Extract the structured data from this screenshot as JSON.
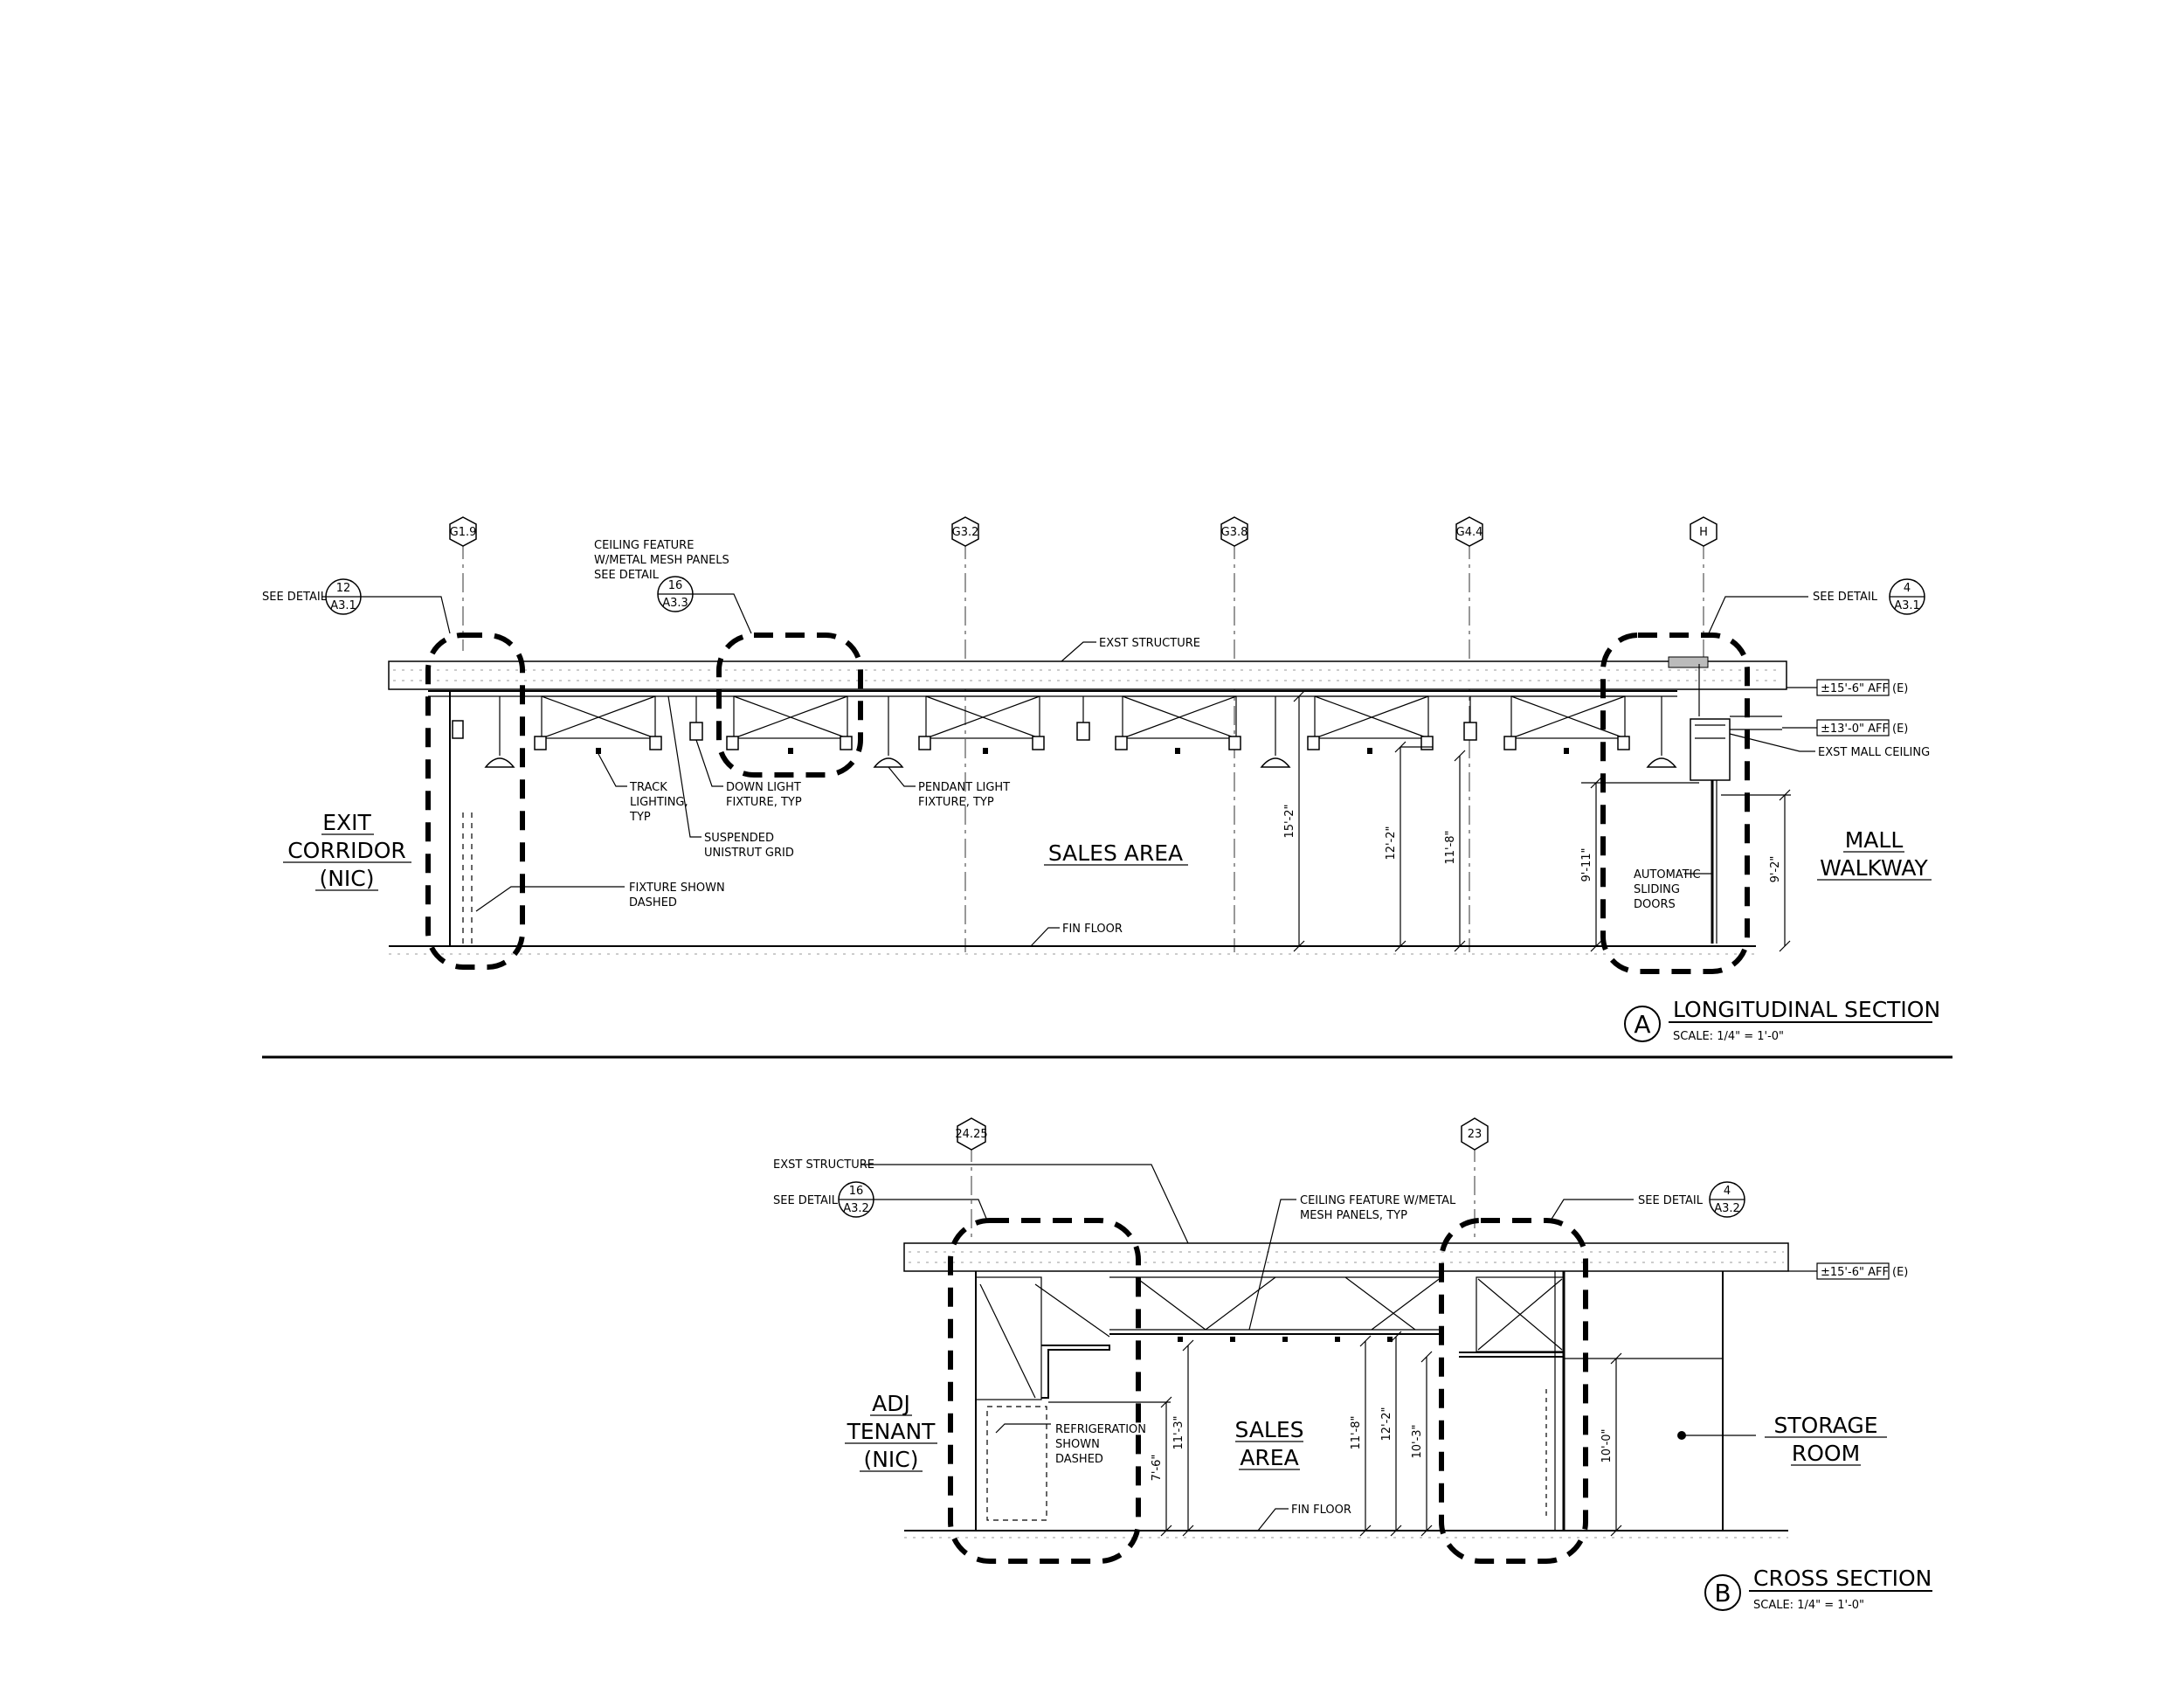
{
  "section_a": {
    "gridlines": [
      "G1.9",
      "G3.2",
      "G3.8",
      "G4.4",
      "H"
    ],
    "see_detail_left": {
      "text": "SEE DETAIL",
      "num": "12",
      "sheet": "A3.1"
    },
    "see_detail_right": {
      "text": "SEE DETAIL",
      "num": "4",
      "sheet": "A3.1"
    },
    "ceiling_feature": {
      "line1": "CEILING FEATURE",
      "line2": "W/METAL MESH PANELS",
      "line3": "SEE DETAIL",
      "num": "16",
      "sheet": "A3.3"
    },
    "exst_structure": "EXST STRUCTURE",
    "elev_1": "±15'-6\" AFF",
    "elev_2": "±13'-0\" AFF",
    "elev_tag": "(E)",
    "exst_mall_ceiling": "EXST MALL CEILING",
    "track_lighting": {
      "line1": "TRACK",
      "line2": "LIGHTING,",
      "line3": "TYP"
    },
    "down_light": {
      "line1": "DOWN LIGHT",
      "line2": "FIXTURE, TYP"
    },
    "pendant_light": {
      "line1": "PENDANT LIGHT",
      "line2": "FIXTURE, TYP"
    },
    "suspended_grid": {
      "line1": "SUSPENDED",
      "line2": "UNISTRUT GRID"
    },
    "fixture_dashed": {
      "line1": "FIXTURE SHOWN",
      "line2": "DASHED"
    },
    "exit_corridor": {
      "line1": "EXIT",
      "line2": "CORRIDOR",
      "line3": "(NIC)"
    },
    "sales_area": "SALES AREA",
    "mall_walkway": {
      "line1": "MALL",
      "line2": "WALKWAY"
    },
    "auto_doors": {
      "line1": "AUTOMATIC",
      "line2": "SLIDING",
      "line3": "DOORS"
    },
    "fin_floor": "FIN FLOOR",
    "dims": [
      "15'-2\"",
      "12'-2\"",
      "11'-8\"",
      "9'-11\"",
      "9'-2\""
    ],
    "title_letter": "A",
    "title": "LONGITUDINAL SECTION",
    "scale": "SCALE:  1/4\" = 1'-0\""
  },
  "section_b": {
    "gridlines": [
      "24.25",
      "23"
    ],
    "exst_structure": "EXST STRUCTURE",
    "see_detail_left": {
      "text": "SEE DETAIL",
      "num": "16",
      "sheet": "A3.2"
    },
    "see_detail_right": {
      "text": "SEE DETAIL",
      "num": "4",
      "sheet": "A3.2"
    },
    "ceiling_feature": {
      "line1": "CEILING FEATURE W/METAL",
      "line2": "MESH PANELS, TYP"
    },
    "elev_1": "±15'-6\" AFF",
    "elev_tag": "(E)",
    "adj_tenant": {
      "line1": "ADJ",
      "line2": "TENANT",
      "line3": "(NIC)"
    },
    "refrigeration": {
      "line1": "REFRIGERATION",
      "line2": "SHOWN",
      "line3": "DASHED"
    },
    "sales_area": {
      "line1": "SALES",
      "line2": "AREA"
    },
    "storage_room": {
      "line1": "STORAGE",
      "line2": "ROOM"
    },
    "fin_floor": "FIN FLOOR",
    "dims": [
      "7'-6\"",
      "11'-3\"",
      "11'-8\"",
      "12'-2\"",
      "10'-3\"",
      "10'-0\""
    ],
    "title_letter": "B",
    "title": "CROSS SECTION",
    "scale": "SCALE:  1/4\" = 1'-0\""
  }
}
